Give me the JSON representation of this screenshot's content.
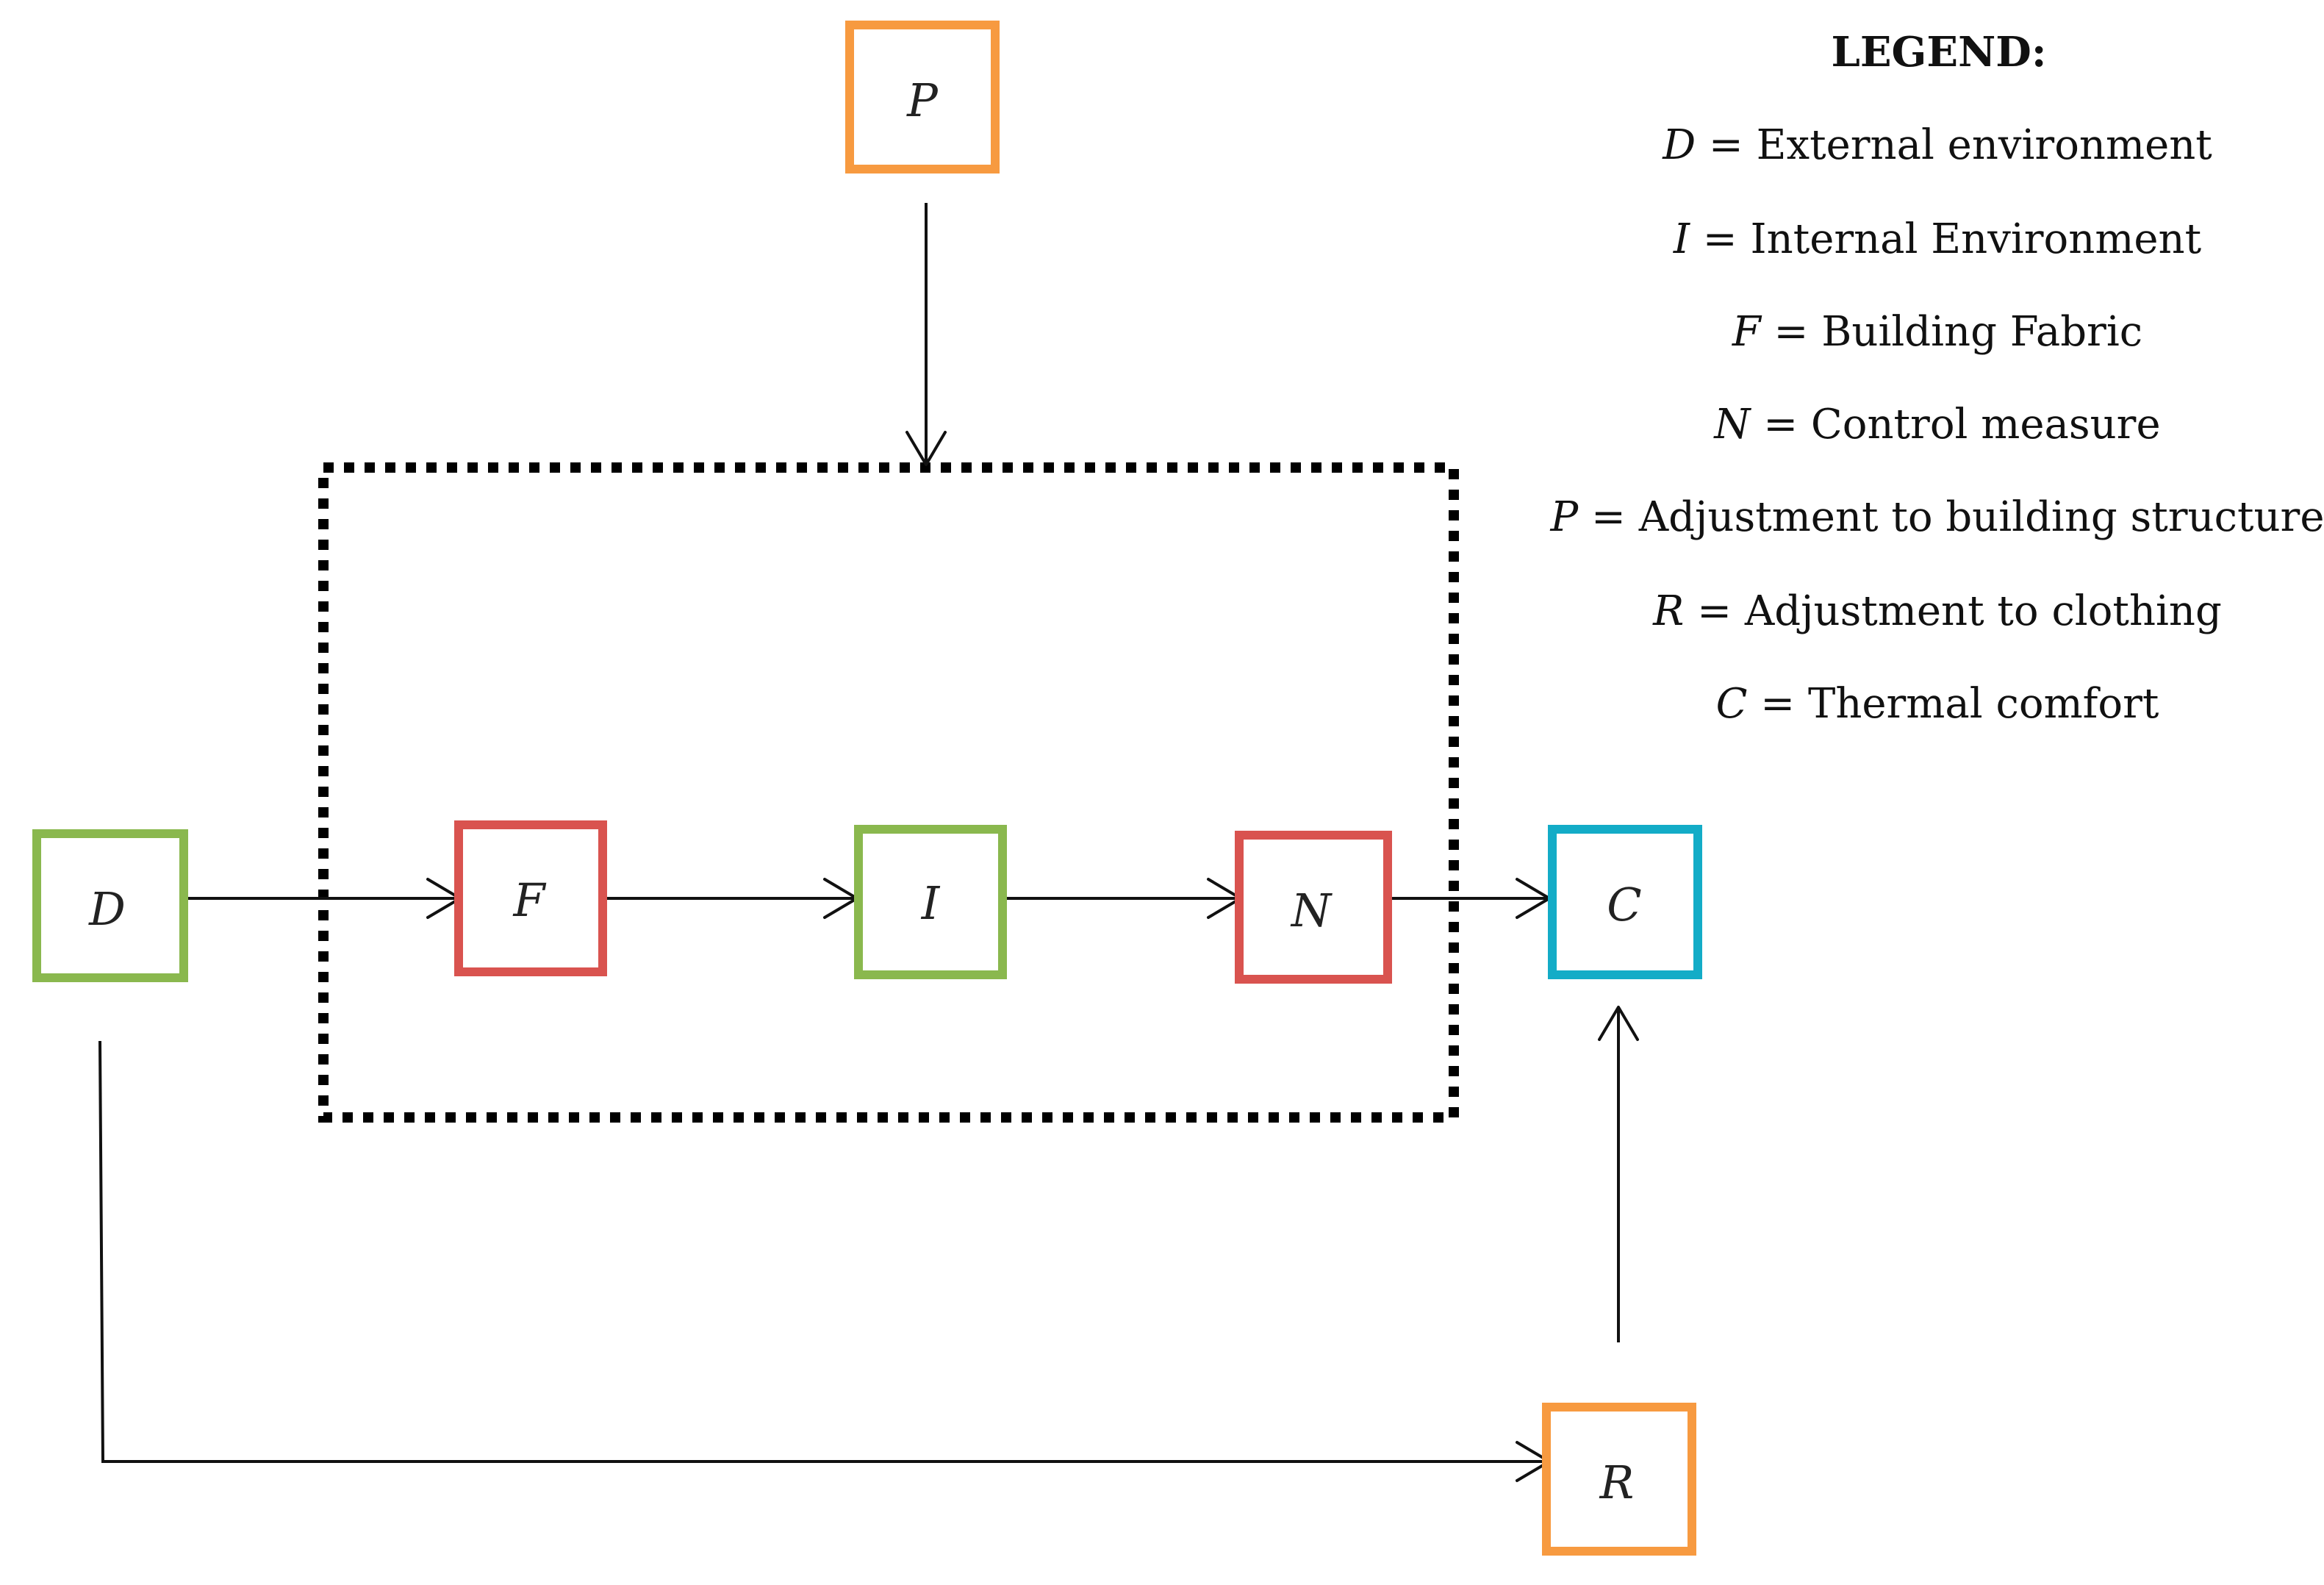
{
  "colors": {
    "green": "#8ab84e",
    "red": "#d9534f",
    "orange": "#f79a40",
    "cyan": "#13acc7",
    "line": "#111111",
    "boundary": "#000000"
  },
  "nodes": {
    "P": {
      "label": "P",
      "color": "orange"
    },
    "D": {
      "label": "D",
      "color": "green"
    },
    "F": {
      "label": "F",
      "color": "red"
    },
    "I": {
      "label": "I",
      "color": "green"
    },
    "N": {
      "label": "N",
      "color": "red"
    },
    "C": {
      "label": "C",
      "color": "cyan"
    },
    "R": {
      "label": "R",
      "color": "orange"
    }
  },
  "edges": [
    {
      "from": "P",
      "to": "boundary-top"
    },
    {
      "from": "D",
      "to": "F"
    },
    {
      "from": "F",
      "to": "I"
    },
    {
      "from": "I",
      "to": "N"
    },
    {
      "from": "N",
      "to": "C"
    },
    {
      "from": "D",
      "to": "R"
    },
    {
      "from": "R",
      "to": "C"
    }
  ],
  "boundary": {
    "style": "dotted",
    "contains": [
      "F",
      "I",
      "N"
    ]
  },
  "legend": {
    "title": "LEGEND:",
    "entries": [
      {
        "symbol": "D",
        "text": " = External environment"
      },
      {
        "symbol": "I",
        "text": " = Internal Environment"
      },
      {
        "symbol": "F",
        "text": " = Building Fabric"
      },
      {
        "symbol": "N",
        "text": " = Control measure"
      },
      {
        "symbol": "P",
        "text": " = Adjustment to building structure"
      },
      {
        "symbol": "R",
        "text": " = Adjustment to clothing"
      },
      {
        "symbol": "C",
        "text": " = Thermal comfort"
      }
    ]
  }
}
